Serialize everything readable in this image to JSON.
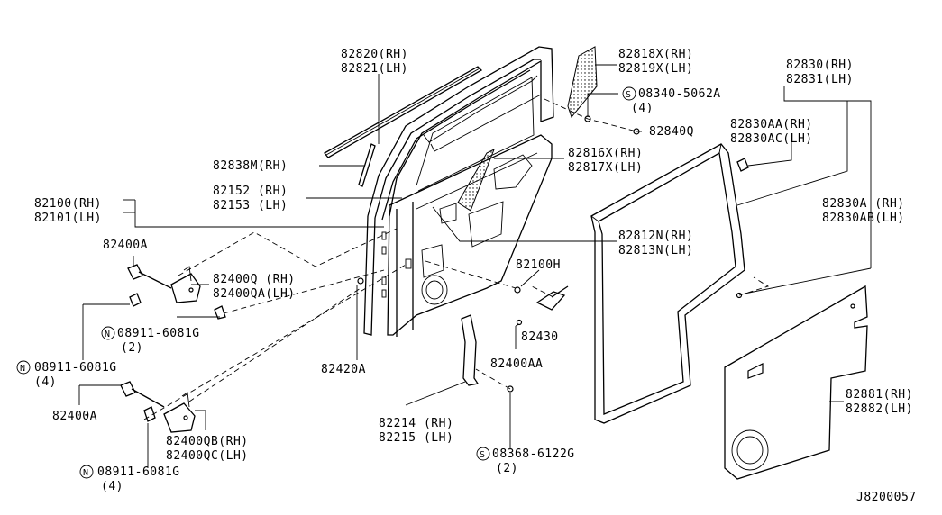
{
  "labels": {
    "p82820": "82820(RH)",
    "p82821": "82821(LH)",
    "p82818x": "82818X(RH)",
    "p82819x": "82819X(LH)",
    "s08340": "08340-5062A",
    "s08340q": "(4)",
    "p82840q": "82840Q",
    "p82816x": "82816X(RH)",
    "p82817x": "82817X(LH)",
    "p82838m": "82838M(RH)",
    "p82152": "82152 (RH)",
    "p82153": "82153 (LH)",
    "p82100": "82100(RH)",
    "p82101": "82101(LH)",
    "p82830": "82830(RH)",
    "p82831": "82831(LH)",
    "p82830aa": "82830AA(RH)",
    "p82830ac": "82830AC(LH)",
    "p82830a": "82830A (RH)",
    "p82830ab": "82830AB(LH)",
    "p82812n": "82812N(RH)",
    "p82813n": "82813N(LH)",
    "p82400a_top": "82400A",
    "p82400q": "82400Q (RH)",
    "p82400qa": "82400QA(LH)",
    "n08911_a": "08911-6081G",
    "n08911_a_q": "(2)",
    "n08911_b": "08911-6081G",
    "n08911_b_q": "(4)",
    "p82100h": "82100H",
    "p82430": "82430",
    "p82400aa": "82400AA",
    "p82420a": "82420A",
    "p82400a_bot": "82400A",
    "p82400qb": "82400QB(RH)",
    "p82400qc": "82400QC(LH)",
    "n08911_c": "08911-6081G",
    "n08911_c_q": "(4)",
    "p82214": "82214 (RH)",
    "p82215": "82215 (LH)",
    "s08368": "08368-6122G",
    "s08368q": "(2)",
    "p82881": "82881(RH)",
    "p82882": "82882(LH)",
    "diagram_id": "J8200057",
    "mark_s": "S",
    "mark_n": "N"
  }
}
